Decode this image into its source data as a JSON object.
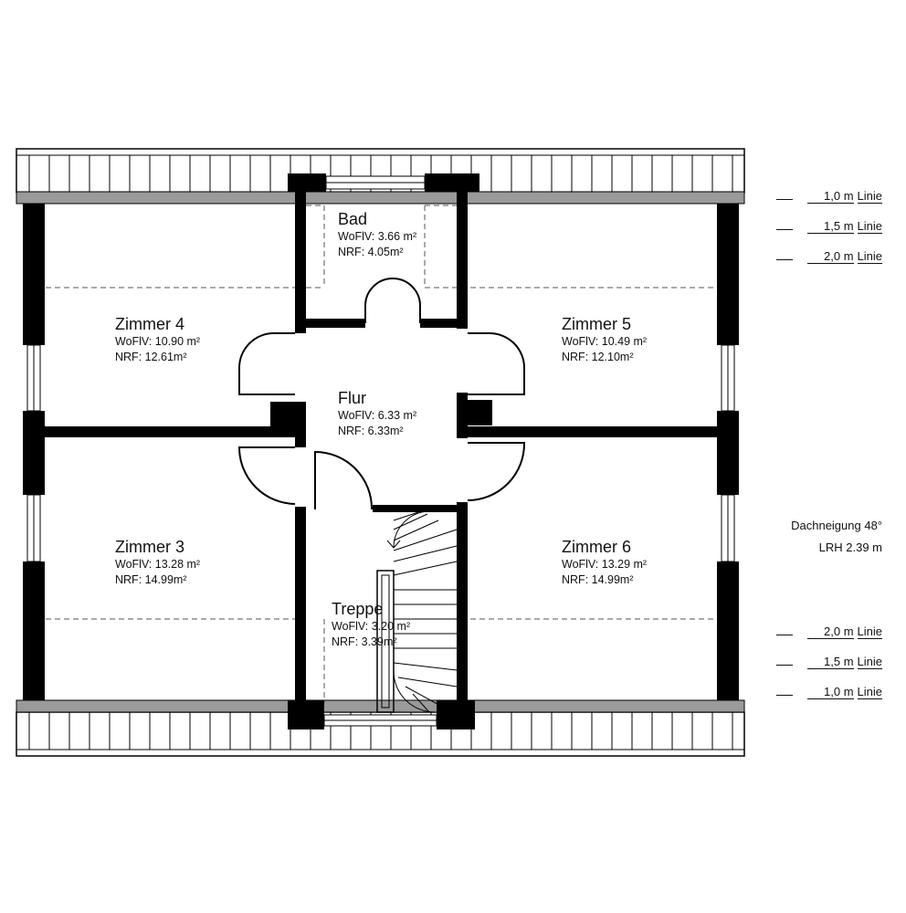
{
  "rooms": {
    "bad": {
      "name": "Bad",
      "wofiv": "WoFlV: 3.66 m²",
      "nrf": "NRF: 4.05m²"
    },
    "zimmer4": {
      "name": "Zimmer 4",
      "wofiv": "WoFlV: 10.90 m²",
      "nrf": "NRF: 12.61m²"
    },
    "zimmer5": {
      "name": "Zimmer 5",
      "wofiv": "WoFlV: 10.49 m²",
      "nrf": "NRF: 12.10m²"
    },
    "flur": {
      "name": "Flur",
      "wofiv": "WoFlV: 6.33 m²",
      "nrf": "NRF: 6.33m²"
    },
    "zimmer3": {
      "name": "Zimmer 3",
      "wofiv": "WoFlV: 13.28 m²",
      "nrf": "NRF: 14.99m²"
    },
    "zimmer6": {
      "name": "Zimmer 6",
      "wofiv": "WoFlV: 13.29 m²",
      "nrf": "NRF: 14.99m²"
    },
    "treppe": {
      "name": "Treppe",
      "wofiv": "WoFlV: 3.20 m²",
      "nrf": "NRF: 3.39m²"
    }
  },
  "height_lines": {
    "top": [
      {
        "value": "1,0 m",
        "word": "Linie"
      },
      {
        "value": "1,5 m",
        "word": "Linie"
      },
      {
        "value": "2,0 m",
        "word": "Linie"
      }
    ],
    "bottom": [
      {
        "value": "2,0 m",
        "word": "Linie"
      },
      {
        "value": "1,5 m",
        "word": "Linie"
      },
      {
        "value": "1,0 m",
        "word": "Linie"
      }
    ]
  },
  "notes": {
    "roof_pitch": "Dachneigung 48°",
    "room_height": "LRH 2.39 m"
  }
}
